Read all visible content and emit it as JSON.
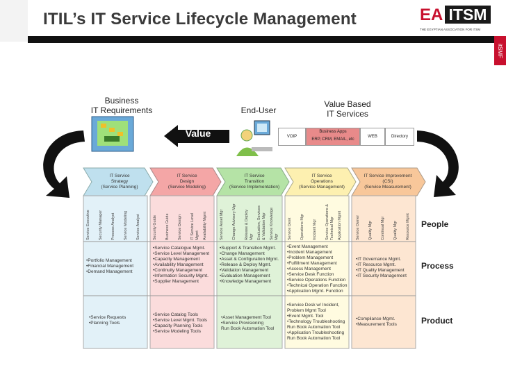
{
  "slide": {
    "title": "ITIL’s IT Service Lifecycle Management",
    "logo": {
      "ea": "EA",
      "itsm": "ITSM",
      "subtitle": "THE EGYPTIAN ASSOCIATION FOR ITSM",
      "side_tag": "itSMF"
    }
  },
  "top": {
    "business_req": "Business\nIT Requirements",
    "value": "Value",
    "end_user": "End-User",
    "value_based": "Value Based\nIT Services",
    "services": [
      {
        "label": "VOIP"
      },
      {
        "label": "Business Apps\nERP, CRM, EMAIL, etc"
      },
      {
        "label": "WEB"
      },
      {
        "label": "Directory"
      }
    ]
  },
  "row_labels": {
    "people": "People",
    "process": "Process",
    "product": "Product"
  },
  "stages": [
    {
      "title": "IT Service\nStrategy\n(Service Planning)",
      "color": "#bfe0ee",
      "people": [
        "Service Executive",
        "Security Manager",
        "Process Analyst",
        "Service Modeling",
        "Service Analyst"
      ],
      "process": [
        "•Portfolio Management",
        "•Financial Management",
        "•Demand Management"
      ],
      "product": [
        "•Service Requests",
        "•Planning Tools"
      ]
    },
    {
      "title": "IT Service\nDesign\n(Service Modeling)",
      "color": "#f4a6a6",
      "people": [
        "Security Guide",
        "Business Guide",
        "Service Design",
        "IT Service Level Mgmt",
        "Availability Mgmt"
      ],
      "process": [
        "•Service Catalogue Mgmt.",
        "•Service Level Management",
        "•Capacity Management",
        "•Availability Management",
        "•Continuity Management",
        "•Information Security Mgmt.",
        "•Supplier Management"
      ],
      "product": [
        "•Service Catalog Tools",
        "•Service Level Mgmt. Tools",
        "•Capacity Planning Tools",
        "•Service Modeling Tools"
      ]
    },
    {
      "title": "IT Service\nTransition\n(Service Implementation)",
      "color": "#b5e3a6",
      "people": [
        "Service Asset Mgr",
        "Change Advisory Mgr",
        "Release & Deploy Mgr",
        "Evaluation, Services & Validation Mgr",
        "Service Knowledge Mgr"
      ],
      "process": [
        "•Support & Transition Mgmt.",
        "•Change Management",
        "•Asset & Configuration Mgmt.",
        "•Release & Deploy Mgmt.",
        "•Validation Management",
        "•Evaluation Management",
        "•Knowledge Management"
      ],
      "product": [
        "•Asset Management Tool",
        "•Service Provisioning",
        "Run Book Automation Tool"
      ]
    },
    {
      "title": "IT Service\nOperations\n(Service Management)",
      "color": "#fdf0b0",
      "people": [
        "Service Desk",
        "Operations Mgr",
        "Incident Mgr",
        "Service Operations & Technical Mgr",
        "Application Mgmt"
      ],
      "process": [
        "•Event Management",
        "•Incident Management",
        "•Problem Management",
        "•Fulfillment Management",
        "•Access Management",
        "•Service Desk Function",
        "•Service Operations Function",
        "•Technical Operation Function",
        "•Application Mgmt. Function"
      ],
      "product": [
        "•Service Desk w/ Incident,",
        "Problem Mgmt Tool",
        "•Event Mgmt. Tool",
        "•Technology Troubleshooting",
        "Run Book Automation Tool",
        "•Application Troubleshooting",
        "Run Book Automation Tool"
      ]
    },
    {
      "title": "IT Service Improvement\n(CSI)\n(Service Measurement)",
      "color": "#f8c79a",
      "people": [
        "Service Owner",
        "Quality Mgr",
        "Continual Mgr",
        "Quality Mgr",
        "Resource Mgmt"
      ],
      "process": [
        "•IT Governance Mgmt.",
        "•IT Resource Mgmt.",
        "•IT Quality Management",
        "•IT Security Management"
      ],
      "product": [
        "•Compliance Mgmt.",
        "•Measurement Tools"
      ]
    }
  ]
}
